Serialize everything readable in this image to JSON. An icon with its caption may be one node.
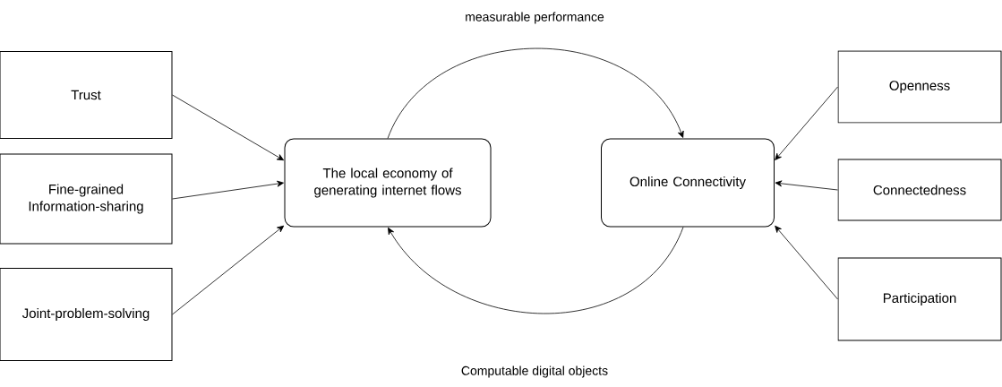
{
  "diagram": {
    "nodes": [
      {
        "text": [
          "Trust"
        ]
      },
      {
        "text": [
          "Fine-grained Information-sharing"
        ]
      },
      {
        "text": [
          "Joint-problem-solving"
        ]
      },
      {
        "text": [
          "The local economy of generating internet flows"
        ]
      },
      {
        "text": [
          "Online Connectivity"
        ]
      },
      {
        "text": [
          "Openness"
        ]
      },
      {
        "text": [
          "Connectedness"
        ]
      },
      {
        "text": [
          "Participation"
        ]
      }
    ],
    "edges": [
      {
        "from": 0,
        "to": 3,
        "arrow": "to"
      },
      {
        "from": 1,
        "to": 3,
        "arrow": "to"
      },
      {
        "from": 2,
        "to": 3,
        "arrow": "to"
      },
      {
        "from": 3,
        "to": 4,
        "arrow": "to",
        "label": "measurable performance"
      },
      {
        "from": 4,
        "to": 3,
        "arrow": "to",
        "label": "Computable digital objects"
      },
      {
        "from": 5,
        "to": 4,
        "arrow": "to"
      },
      {
        "from": 6,
        "to": 4,
        "arrow": "to"
      },
      {
        "from": 7,
        "to": 4,
        "arrow": "to"
      }
    ]
  }
}
